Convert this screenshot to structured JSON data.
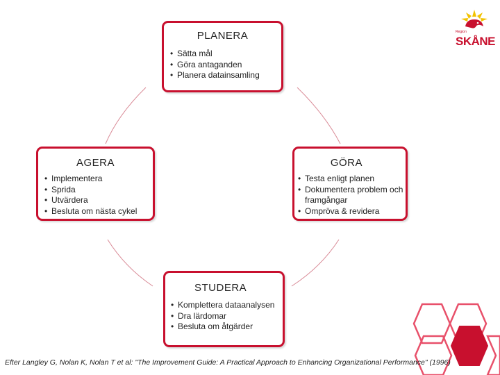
{
  "boxes": {
    "planera": {
      "title": "PLANERA",
      "items": [
        "Sätta mål",
        "Göra antaganden",
        "Planera datainsamling"
      ]
    },
    "agera": {
      "title": "AGERA",
      "items": [
        "Implementera",
        "Sprida",
        "Utvärdera",
        "Besluta om nästa cykel"
      ]
    },
    "gora": {
      "title": "GÖRA",
      "items": [
        "Testa enligt planen",
        "Dokumentera problem och framgångar",
        "Ompröva & revidera"
      ]
    },
    "studera": {
      "title": "STUDERA",
      "items": [
        "Komplettera dataanalysen",
        "Dra lärdomar",
        "Besluta om åtgärder"
      ]
    }
  },
  "citation": "Efter Langley G, Nolan K, Nolan T et al: \"The Improvement Guide: A Practical Approach to Enhancing Organizational Performance\" (1996)",
  "logo": {
    "small_text": "Region",
    "text": "SKÅNE"
  },
  "colors": {
    "accent": "#c8102e",
    "logo_sun": "#f2c200"
  },
  "icons": [
    "region-skane-logo-icon",
    "hexagon-pattern-icon"
  ]
}
